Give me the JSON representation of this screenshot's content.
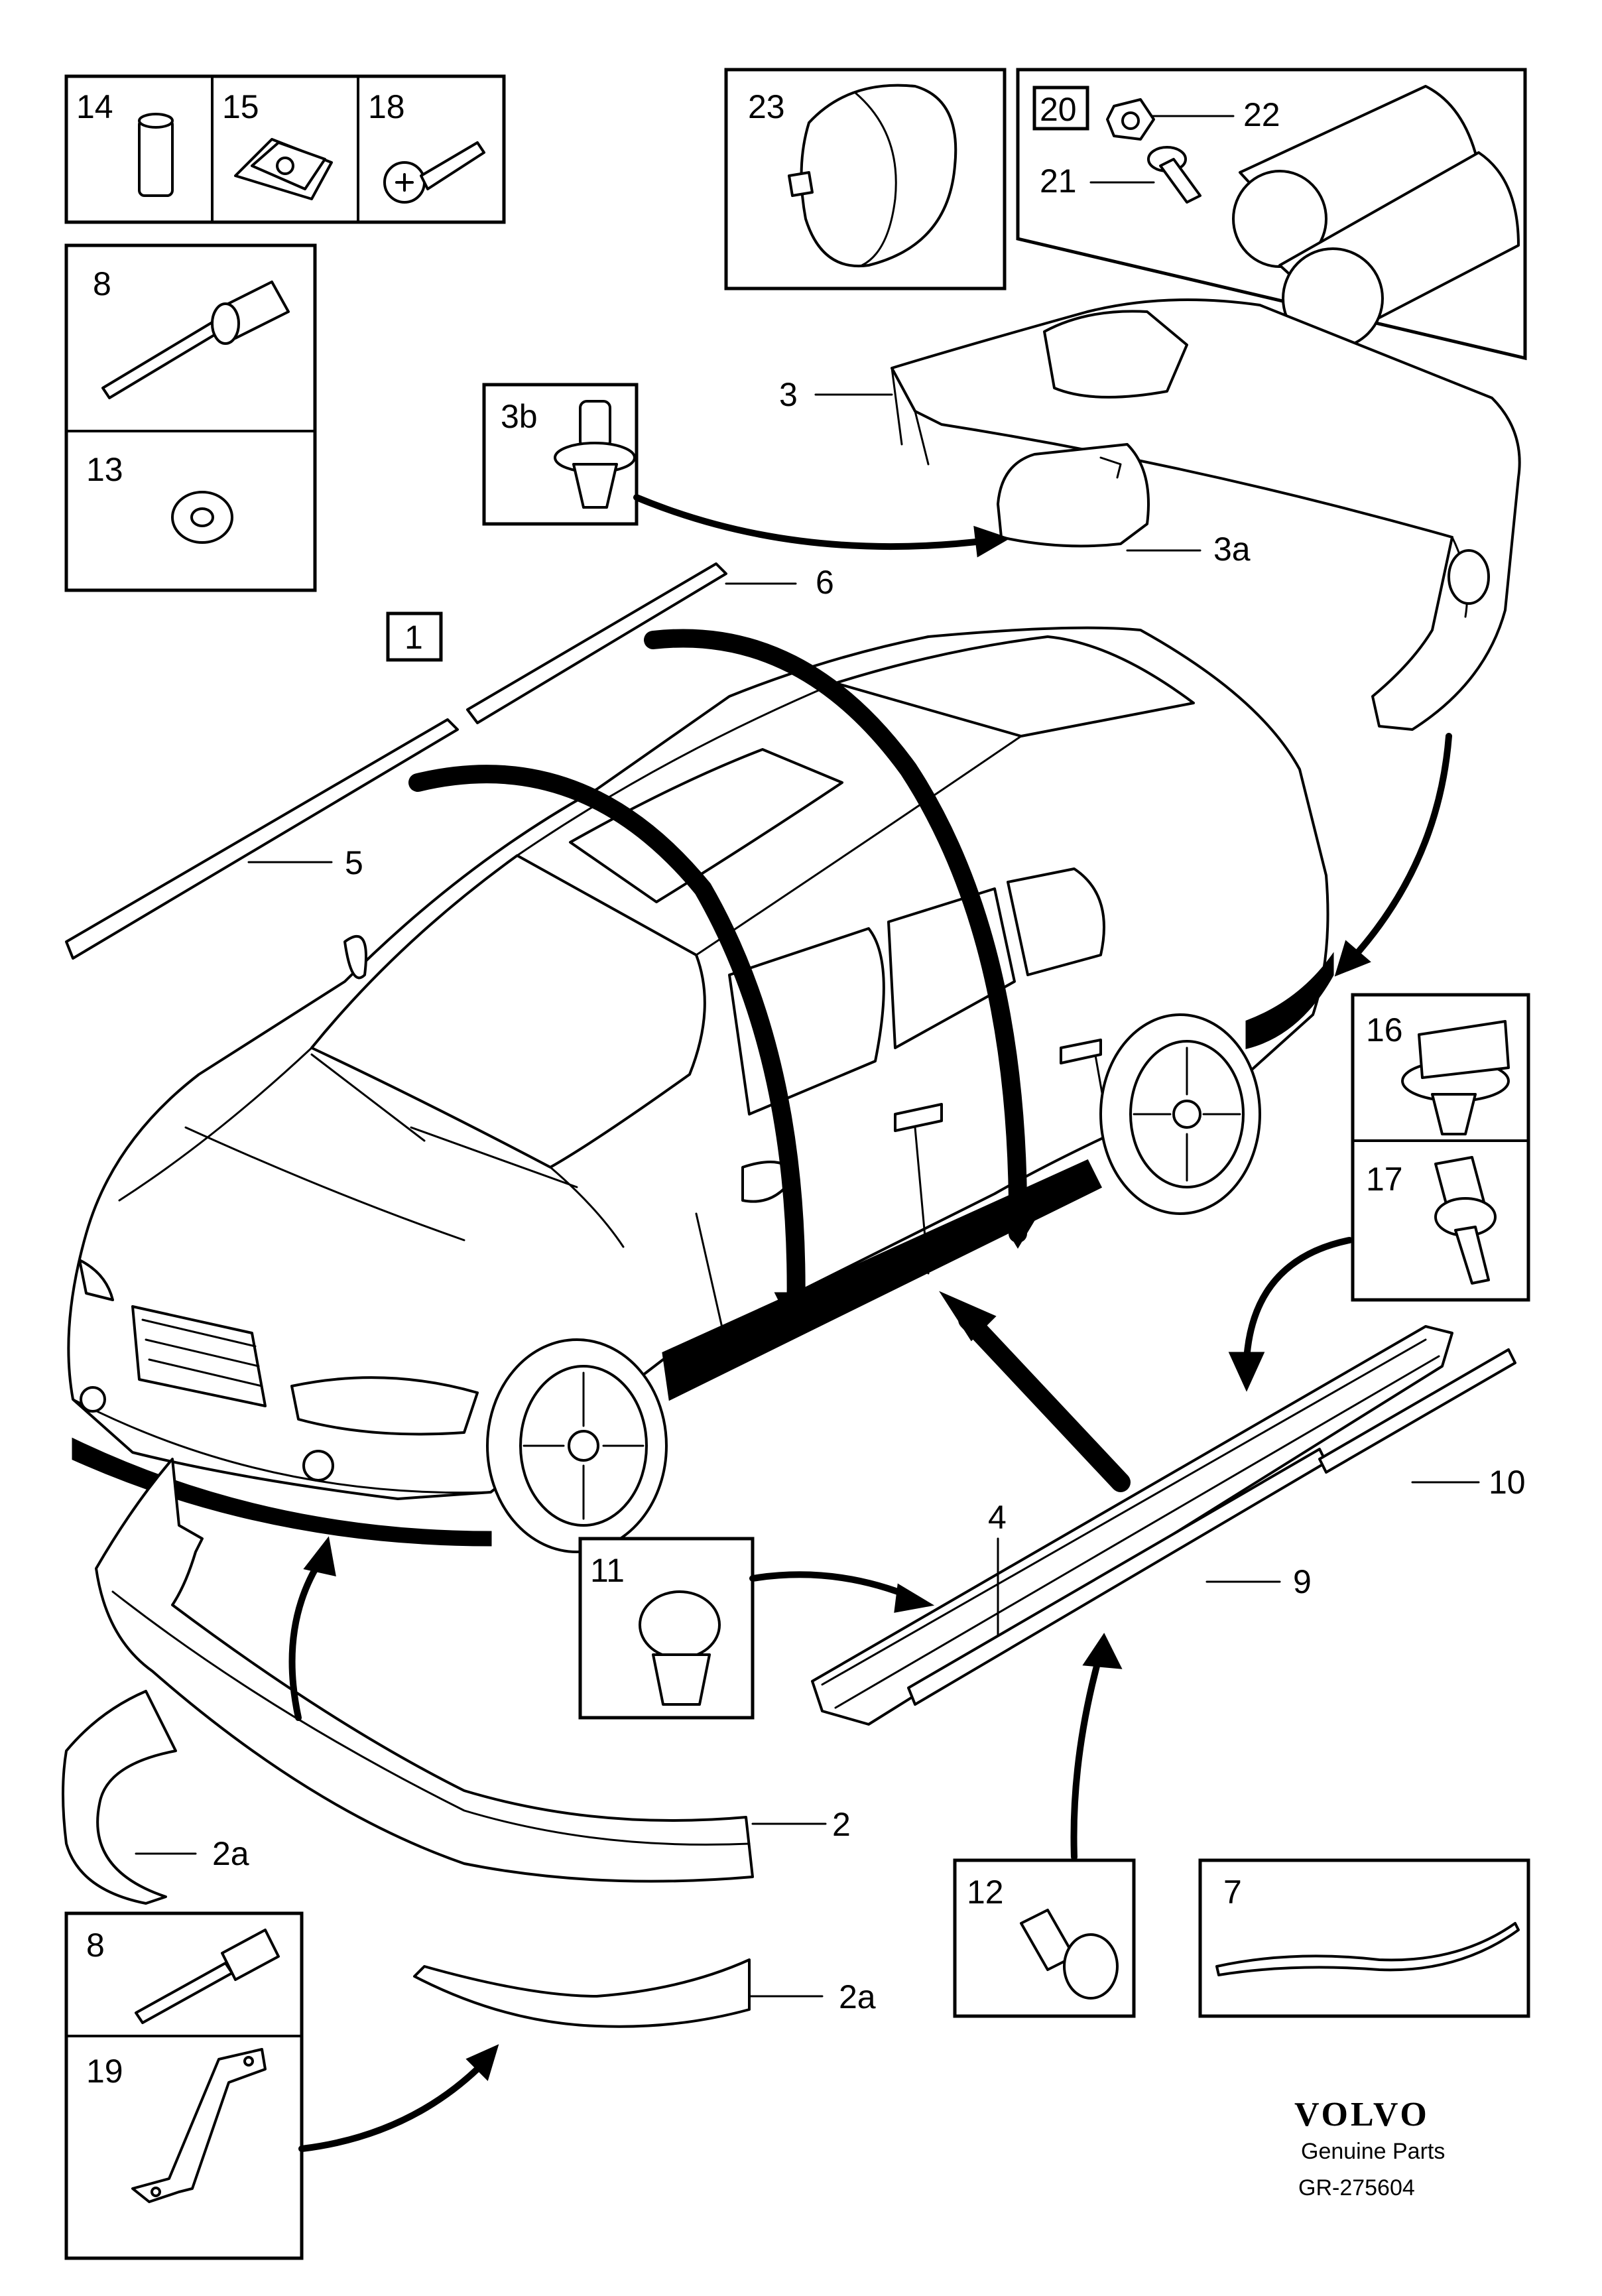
{
  "labels": {
    "l14": "14",
    "l15": "15",
    "l18": "18",
    "l8a": "8",
    "l13": "13",
    "l3b": "3b",
    "l23": "23",
    "l20": "20",
    "l22": "22",
    "l21": "21",
    "l3": "3",
    "l3a": "3a",
    "l6": "6",
    "l1": "1",
    "l5": "5",
    "l16": "16",
    "l17": "17",
    "l4": "4",
    "l10": "10",
    "l9": "9",
    "l11": "11",
    "l2": "2",
    "l2a1": "2a",
    "l12": "12",
    "l7": "7",
    "l8b": "8",
    "l2a2": "2a",
    "l19": "19"
  },
  "brand": {
    "name": "VOLVO",
    "tagline": "Genuine Parts",
    "ref": "GR-275604"
  }
}
